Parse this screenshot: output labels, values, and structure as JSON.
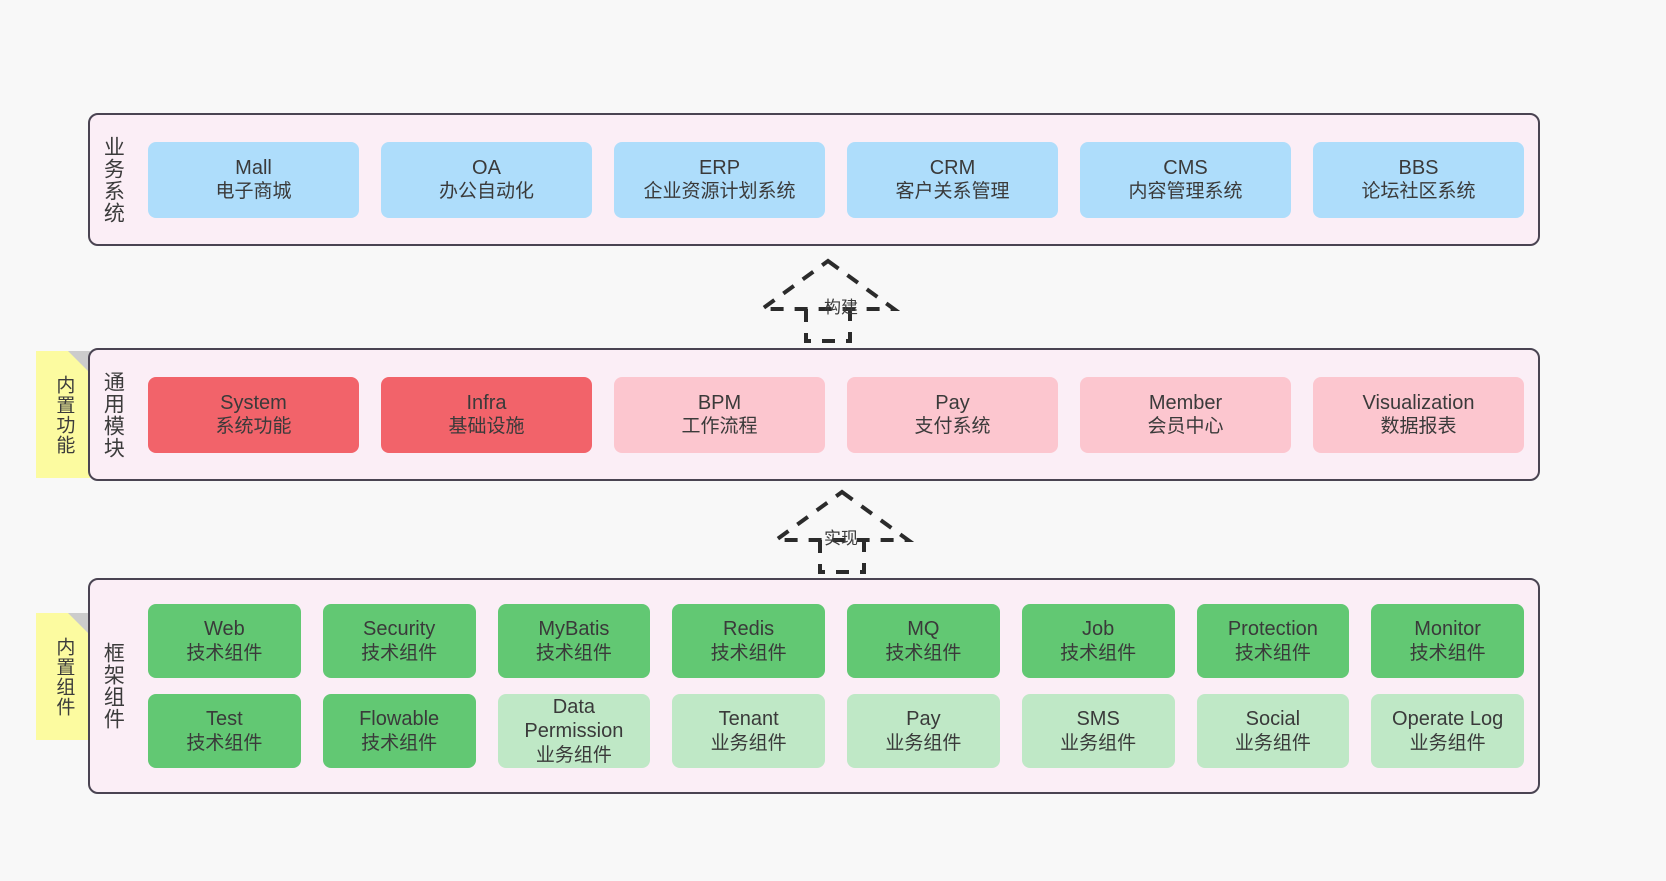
{
  "diagram": {
    "background_color": "#f8f8f8",
    "layer_fill": "#fbeef6",
    "layer_border": "#4a4452",
    "note_color": "#fcfba0",
    "colors": {
      "business": "#aeddfb",
      "module_core": "#f2636a",
      "module_optional": "#fcc6cf",
      "component_tech": "#62c873",
      "component_business": "#bfe8c6"
    }
  },
  "layers": {
    "business": {
      "title": "业务系统",
      "cards": [
        {
          "en": "Mall",
          "cn": "电子商城"
        },
        {
          "en": "OA",
          "cn": "办公自动化"
        },
        {
          "en": "ERP",
          "cn": "企业资源计划系统"
        },
        {
          "en": "CRM",
          "cn": "客户关系管理"
        },
        {
          "en": "CMS",
          "cn": "内容管理系统"
        },
        {
          "en": "BBS",
          "cn": "论坛社区系统"
        }
      ]
    },
    "common": {
      "title": "通用模块",
      "note": "内置功能",
      "cards": [
        {
          "en": "System",
          "cn": "系统功能"
        },
        {
          "en": "Infra",
          "cn": "基础设施"
        },
        {
          "en": "BPM",
          "cn": "工作流程"
        },
        {
          "en": "Pay",
          "cn": "支付系统"
        },
        {
          "en": "Member",
          "cn": "会员中心"
        },
        {
          "en": "Visualization",
          "cn": "数据报表"
        }
      ]
    },
    "framework": {
      "title": "框架组件",
      "note": "内置组件",
      "row1": [
        {
          "en": "Web",
          "cn": "技术组件"
        },
        {
          "en": "Security",
          "cn": "技术组件"
        },
        {
          "en": "MyBatis",
          "cn": "技术组件"
        },
        {
          "en": "Redis",
          "cn": "技术组件"
        },
        {
          "en": "MQ",
          "cn": "技术组件"
        },
        {
          "en": "Job",
          "cn": "技术组件"
        },
        {
          "en": "Protection",
          "cn": "技术组件"
        },
        {
          "en": "Monitor",
          "cn": "技术组件"
        }
      ],
      "row2": [
        {
          "en": "Test",
          "cn": "技术组件"
        },
        {
          "en": "Flowable",
          "cn": "技术组件"
        },
        {
          "en": "Data Permission",
          "cn": "业务组件"
        },
        {
          "en": "Tenant",
          "cn": "业务组件"
        },
        {
          "en": "Pay",
          "cn": "业务组件"
        },
        {
          "en": "SMS",
          "cn": "业务组件"
        },
        {
          "en": "Social",
          "cn": "业务组件"
        },
        {
          "en": "Operate Log",
          "cn": "业务组件"
        }
      ]
    }
  },
  "connectors": {
    "build": "构建",
    "implement": "实现"
  }
}
